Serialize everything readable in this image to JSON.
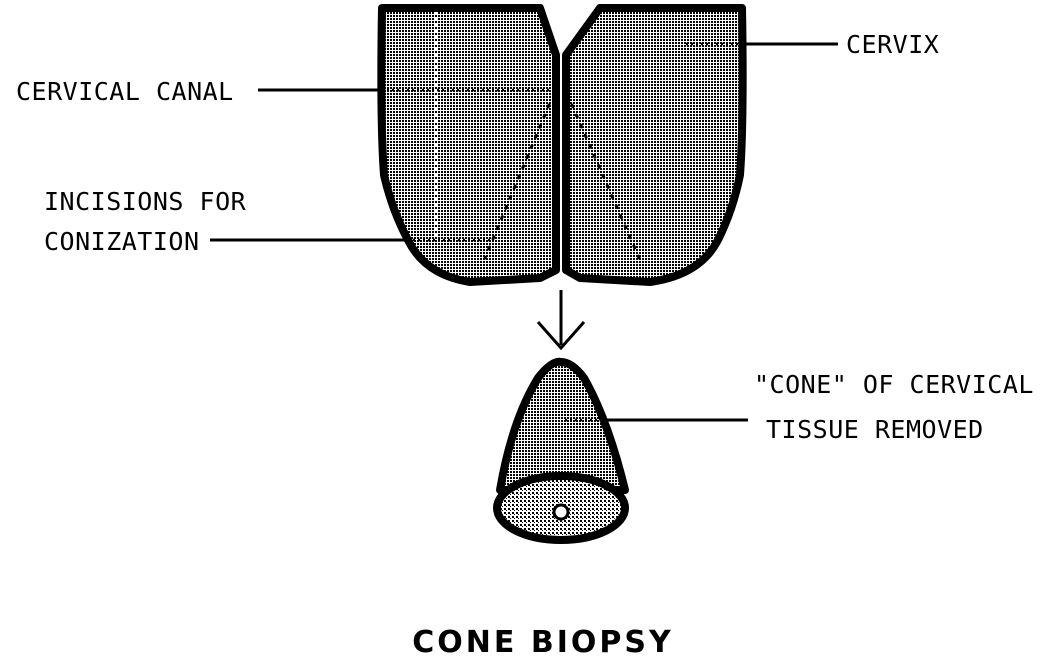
{
  "title": "CONE BIOPSY",
  "labels": {
    "cervix": "CERVIX",
    "cervical_canal": "CERVICAL CANAL",
    "incisions_line1": "INCISIONS FOR",
    "incisions_line2": "CONIZATION",
    "cone_line1": "\"CONE\" OF CERVICAL",
    "cone_line2": "TISSUE REMOVED"
  },
  "colors": {
    "outline": "#000000",
    "cervix_fill": "#8a8a8a",
    "cone_base_fill": "#d4d4d4",
    "background": "#ffffff"
  },
  "icons": {
    "down_arrow": "down-arrow-icon"
  }
}
